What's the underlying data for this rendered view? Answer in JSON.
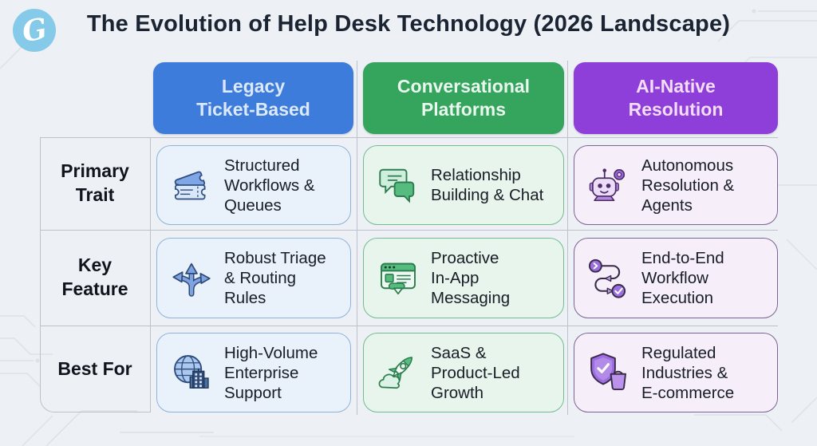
{
  "title": "The Evolution of Help Desk Technology (2026 Landscape)",
  "logo": {
    "glyph": "G"
  },
  "columns": [
    {
      "id": "legacy",
      "label": "Legacy\nTicket-Based"
    },
    {
      "id": "conversational",
      "label": "Conversational\nPlatforms"
    },
    {
      "id": "ai_native",
      "label": "AI-Native\nResolution"
    }
  ],
  "rows": [
    {
      "label": "Primary\nTrait",
      "cells": [
        {
          "icon": "tickets-icon",
          "text": "Structured\nWorkflows &\nQueues"
        },
        {
          "icon": "chat-bubbles-icon",
          "text": "Relationship\nBuilding & Chat"
        },
        {
          "icon": "robot-gear-icon",
          "text": "Autonomous\nResolution &\nAgents"
        }
      ]
    },
    {
      "label": "Key\nFeature",
      "cells": [
        {
          "icon": "branching-arrows-icon",
          "text": "Robust Triage\n& Routing\nRules"
        },
        {
          "icon": "browser-message-icon",
          "text": "Proactive\nIn-App\nMessaging"
        },
        {
          "icon": "workflow-icon",
          "text": "End-to-End\nWorkflow\nExecution"
        }
      ]
    },
    {
      "label": "Best For",
      "cells": [
        {
          "icon": "globe-building-icon",
          "text": "High-Volume\nEnterprise\nSupport"
        },
        {
          "icon": "rocket-icon",
          "text": "SaaS &\nProduct-Led\nGrowth"
        },
        {
          "icon": "shield-bag-icon",
          "text": "Regulated\nIndustries &\nE-commerce"
        }
      ]
    }
  ],
  "colors": {
    "page_bg": "#edf0f4",
    "title_text": "#1b2433",
    "logo_bg": "#85cbe9",
    "grid_line": "#bdc1c9",
    "row_label_text": "#10151d",
    "cell_text": "#181d26",
    "legacy_header_bg": "#3e7cdb",
    "legacy_header_text": "#dce9fa",
    "conversational_header_bg": "#35a55d",
    "conversational_header_text": "#e9f7ee",
    "ai_header_bg": "#8f3fd9",
    "ai_header_text": "#f3dcf6",
    "legacy_cell_bg": "#e9f1fb",
    "legacy_cell_border": "#8fb2dc",
    "conversational_cell_bg": "#e7f5ec",
    "conversational_cell_border": "#72bd8d",
    "ai_cell_bg": "#f6eef9",
    "ai_cell_border": "#7d6394"
  }
}
